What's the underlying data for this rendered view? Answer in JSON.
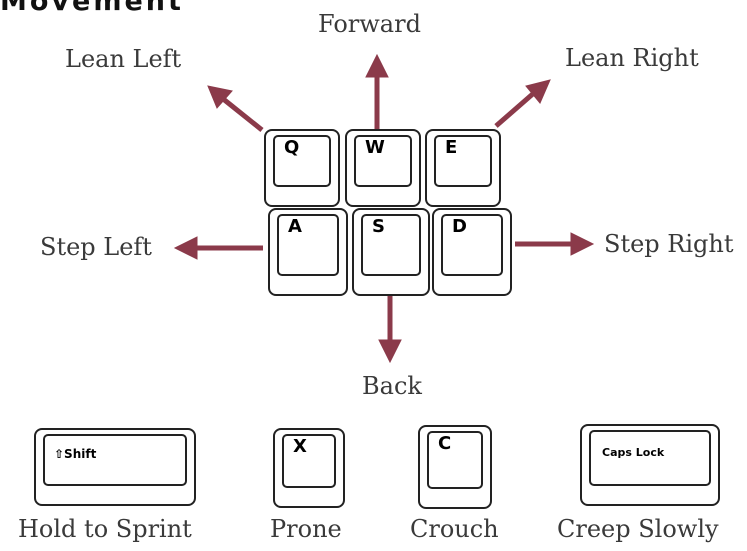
{
  "title": "Movement",
  "labels": {
    "forward": "Forward",
    "lean_left": "Lean Left",
    "lean_right": "Lean Right",
    "step_left": "Step Left",
    "step_right": "Step Right",
    "back": "Back",
    "hold_to_sprint": "Hold to Sprint",
    "prone": "Prone",
    "crouch": "Crouch",
    "creep_slowly": "Creep Slowly"
  },
  "keys": {
    "q": "Q",
    "w": "W",
    "e": "E",
    "a": "A",
    "s": "S",
    "d": "D",
    "shift": "⇧Shift",
    "x": "X",
    "c": "C",
    "caps_lock": "Caps Lock"
  },
  "colors": {
    "arrow": "#8b3a4a",
    "key_outline": "#222222"
  }
}
